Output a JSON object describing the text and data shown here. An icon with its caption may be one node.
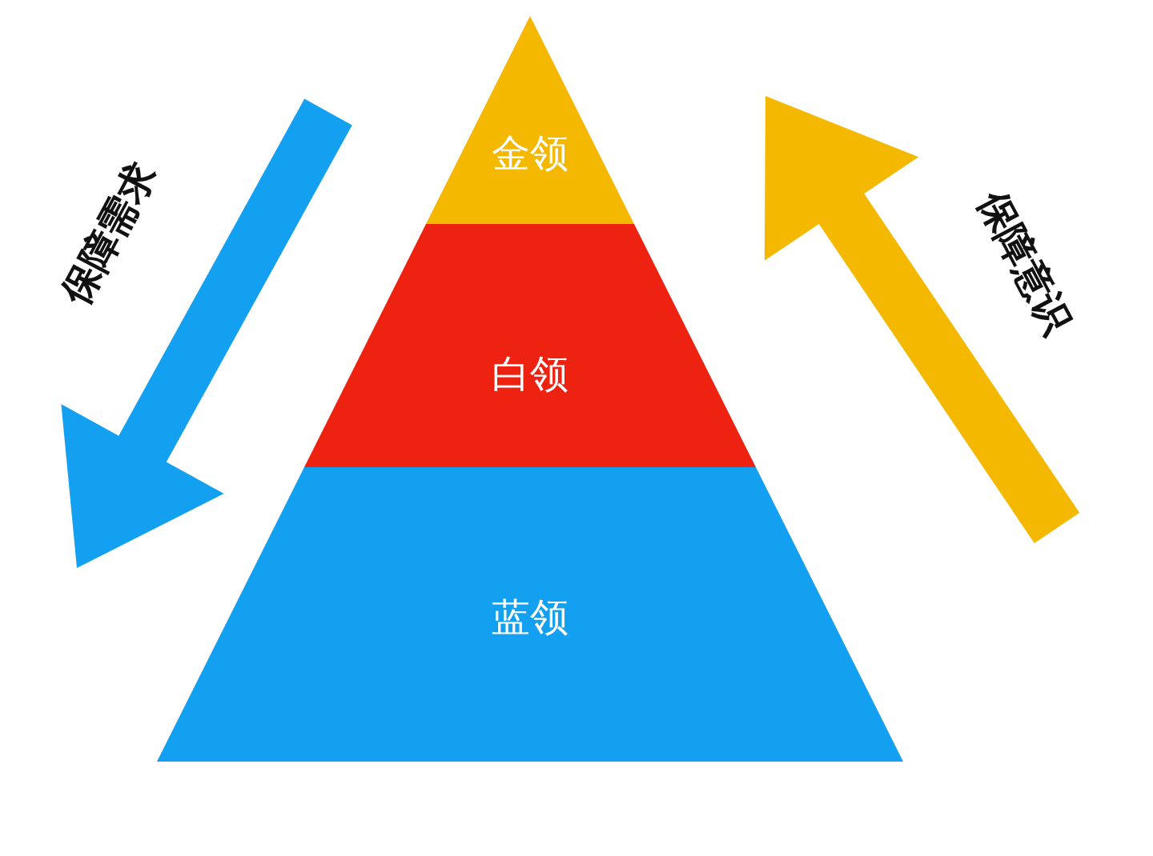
{
  "diagram": {
    "nodes": [
      {
        "text": [
          "金领"
        ]
      },
      {
        "text": [
          "白领"
        ]
      },
      {
        "text": [
          "蓝领"
        ]
      }
    ],
    "labels": [
      "保障需求",
      "保障意识"
    ]
  }
}
